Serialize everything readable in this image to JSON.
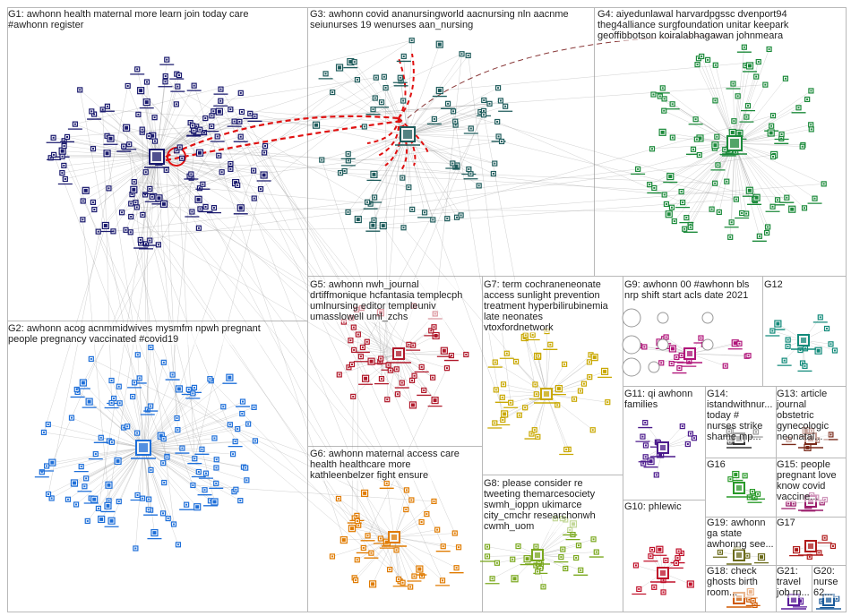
{
  "groups": [
    {
      "id": "G1",
      "label": "G1: awhonn health maternal more learn join today care\n#awhonn register",
      "color": "#1a1a6e"
    },
    {
      "id": "G2",
      "label": "G2: awhonn acog acnmmidwives mysmfm npwh pregnant\npeople pregnancy vaccinated #covid19",
      "color": "#1e6fd9"
    },
    {
      "id": "G3",
      "label": "G3: awhonn covid ananursingworld aacnursing nln aacnme\nseiunurses 19 wenurses aan_nursing",
      "color": "#1f5c5c"
    },
    {
      "id": "G4",
      "label": "G4: aiyedunlawal harvardpgssc dvenport94\ntheg4alliance surgfoundation unitar keepark\ngeoffibbotson koiralabhagawan johnmeara",
      "color": "#1b8a3a"
    },
    {
      "id": "G5",
      "label": "G5: awhonn nwh_journal\ndrtiffmonique hcfantasia templecph\numlnursing editor templeuniv\numasslowell uml_zchs",
      "color": "#b0182a"
    },
    {
      "id": "G6",
      "label": "G6: awhonn maternal access care\nhealth healthcare more\nkathleenbelzer fight ensure",
      "color": "#e07b00"
    },
    {
      "id": "G7",
      "label": "G7: term cochraneneonate\naccess sunlight prevention\ntreatment hyperbilirubinemia\nlate neonates\nvtoxfordnetwork",
      "color": "#c9a800"
    },
    {
      "id": "G8",
      "label": "G8: please consider re\ntweeting themarcesociety\nswmh_ioppn ukimarce\ncity_cmchr researchonwh\ncwmh_uom",
      "color": "#7aa81e"
    },
    {
      "id": "G9",
      "label": "G9: awhonn 00 #awhonn bls\nnrp shift start acls date 2021",
      "color": "#b0157a"
    },
    {
      "id": "G10",
      "label": "G10: phlewic",
      "color": "#c0102a"
    },
    {
      "id": "G11",
      "label": "G11: qi awhonn\nfamilies",
      "color": "#4b1a8c"
    },
    {
      "id": "G12",
      "label": "G12",
      "color": "#118a7a"
    },
    {
      "id": "G13",
      "label": "G13: article\njournal\nobstetric\ngynecologic\nneonatal...",
      "color": "#7a2a1a"
    },
    {
      "id": "G14",
      "label": "G14:\nistandwithnur...\ntoday #\nnurses strike\nshame mp...",
      "color": "#333333"
    },
    {
      "id": "G15",
      "label": "G15: people\npregnant love\nknow covid\nvaccine...",
      "color": "#9a1a6a"
    },
    {
      "id": "G16",
      "label": "G16",
      "color": "#2a9a2a"
    },
    {
      "id": "G17",
      "label": "G17",
      "color": "#b01a1a"
    },
    {
      "id": "G18",
      "label": "G18: check\nghosts birth\nroom...",
      "color": "#d05a00"
    },
    {
      "id": "G19",
      "label": "G19: awhonn\nga state\nawhonng see...",
      "color": "#6a6a1a"
    },
    {
      "id": "G20",
      "label": "G20:\nnurse\n62...",
      "color": "#1a5a9a"
    },
    {
      "id": "G21",
      "label": "G21:\ntravel\njob rn...",
      "color": "#5a1a9a"
    }
  ]
}
